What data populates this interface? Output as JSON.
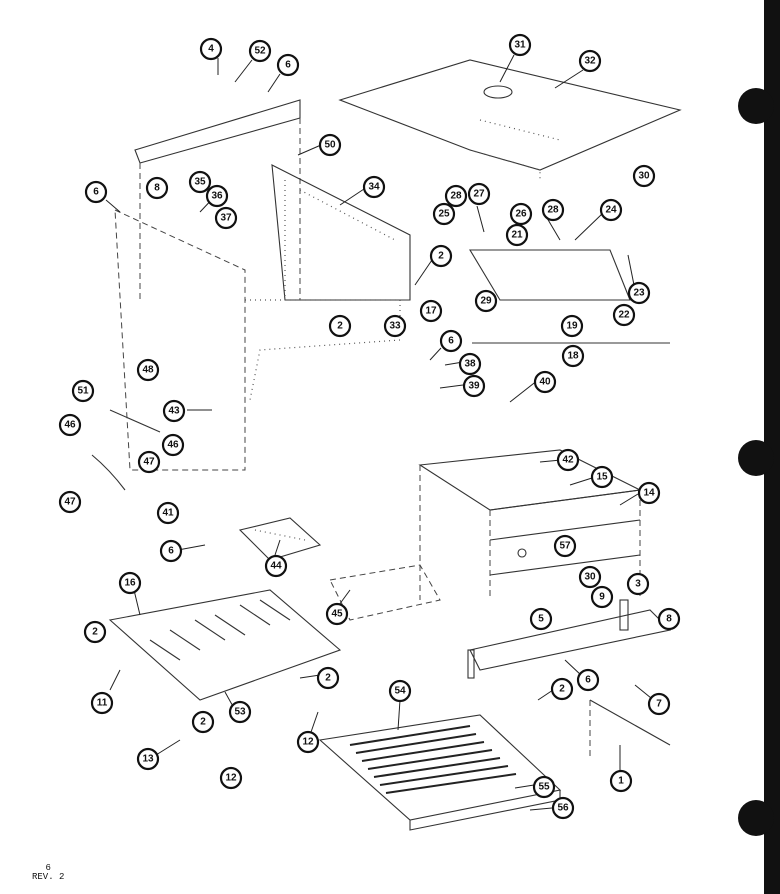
{
  "page": {
    "number": "6",
    "revision": "REV. 2"
  },
  "colors": {
    "ink": "#111111",
    "paper": "#ffffff"
  },
  "callouts": [
    {
      "id": "c4",
      "label": "4"
    },
    {
      "id": "c52a",
      "label": "52"
    },
    {
      "id": "c6a",
      "label": "6"
    },
    {
      "id": "c31",
      "label": "31"
    },
    {
      "id": "c32",
      "label": "32"
    },
    {
      "id": "c50",
      "label": "50"
    },
    {
      "id": "c34",
      "label": "34"
    },
    {
      "id": "c6b",
      "label": "6"
    },
    {
      "id": "c8a",
      "label": "8"
    },
    {
      "id": "c35",
      "label": "35"
    },
    {
      "id": "c36",
      "label": "36"
    },
    {
      "id": "c37",
      "label": "37"
    },
    {
      "id": "c28a",
      "label": "28"
    },
    {
      "id": "c27",
      "label": "27"
    },
    {
      "id": "c25",
      "label": "25"
    },
    {
      "id": "c26",
      "label": "26"
    },
    {
      "id": "c21",
      "label": "21"
    },
    {
      "id": "c28b",
      "label": "28"
    },
    {
      "id": "c24",
      "label": "24"
    },
    {
      "id": "c30a",
      "label": "30"
    },
    {
      "id": "c23",
      "label": "23"
    },
    {
      "id": "c2a",
      "label": "2"
    },
    {
      "id": "c29",
      "label": "29"
    },
    {
      "id": "c17",
      "label": "17"
    },
    {
      "id": "c2b",
      "label": "2"
    },
    {
      "id": "c33",
      "label": "33"
    },
    {
      "id": "c19",
      "label": "19"
    },
    {
      "id": "c22",
      "label": "22"
    },
    {
      "id": "c18",
      "label": "18"
    },
    {
      "id": "c6c",
      "label": "6"
    },
    {
      "id": "c38",
      "label": "38"
    },
    {
      "id": "c39",
      "label": "39"
    },
    {
      "id": "c40",
      "label": "40"
    },
    {
      "id": "c48",
      "label": "48"
    },
    {
      "id": "c51",
      "label": "51"
    },
    {
      "id": "c43",
      "label": "43"
    },
    {
      "id": "c46a",
      "label": "46"
    },
    {
      "id": "c46b",
      "label": "46"
    },
    {
      "id": "c47a",
      "label": "47"
    },
    {
      "id": "c47b",
      "label": "47"
    },
    {
      "id": "c41",
      "label": "41"
    },
    {
      "id": "c42",
      "label": "42"
    },
    {
      "id": "c15",
      "label": "15"
    },
    {
      "id": "c14",
      "label": "14"
    },
    {
      "id": "c57",
      "label": "57"
    },
    {
      "id": "c6d",
      "label": "6"
    },
    {
      "id": "c44",
      "label": "44"
    },
    {
      "id": "c45",
      "label": "45"
    },
    {
      "id": "c16",
      "label": "16"
    },
    {
      "id": "c2c",
      "label": "2"
    },
    {
      "id": "c30b",
      "label": "30"
    },
    {
      "id": "c3",
      "label": "3"
    },
    {
      "id": "c9",
      "label": "9"
    },
    {
      "id": "c5",
      "label": "5"
    },
    {
      "id": "c8b",
      "label": "8"
    },
    {
      "id": "c6e",
      "label": "6"
    },
    {
      "id": "c7",
      "label": "7"
    },
    {
      "id": "c2d",
      "label": "2"
    },
    {
      "id": "c11",
      "label": "11"
    },
    {
      "id": "c2e",
      "label": "2"
    },
    {
      "id": "c53",
      "label": "53"
    },
    {
      "id": "c2f",
      "label": "2"
    },
    {
      "id": "c12a",
      "label": "12"
    },
    {
      "id": "c13",
      "label": "13"
    },
    {
      "id": "c12b",
      "label": "12"
    },
    {
      "id": "c54",
      "label": "54"
    },
    {
      "id": "c55",
      "label": "55"
    },
    {
      "id": "c56",
      "label": "56"
    },
    {
      "id": "c1",
      "label": "1"
    }
  ]
}
